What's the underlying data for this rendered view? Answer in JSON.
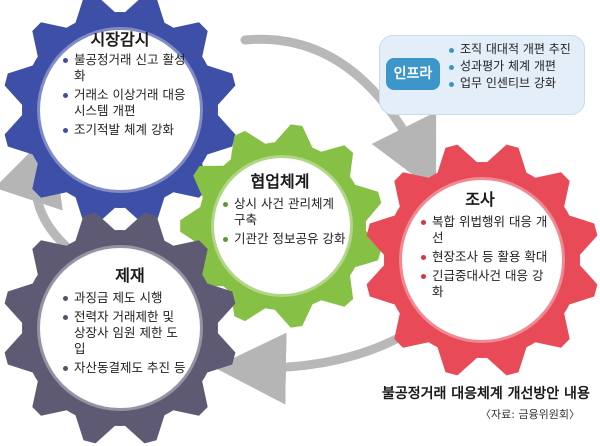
{
  "gears": {
    "market": {
      "title": "시장감시",
      "items": [
        "불공정거래 신고 활성화",
        "거래소 이상거래 대응 시스템 개편",
        "조기적발 체계 강화"
      ]
    },
    "cooperation": {
      "title": "협업체계",
      "items": [
        "상시 사건 관리체계 구축",
        "기관간 정보공유 강화"
      ]
    },
    "investigation": {
      "title": "조사",
      "items": [
        "복합 위법행위 대응 개선",
        "현장조사 등 활용 확대",
        "긴급중대사건 대응 강화"
      ]
    },
    "sanction": {
      "title": "제재",
      "items": [
        "과징금 제도 시행",
        "전력자 거래제한 및 상장사 임원 제한 도입",
        "자산동결제도 추진 등"
      ]
    }
  },
  "infra": {
    "label": "인프라",
    "items": [
      "조직 대대적 개편 추진",
      "성과평가 체계 개편",
      "업무 인센티브 강화"
    ]
  },
  "caption": "불공정거래 대응체계 개선방안 내용",
  "source": "〈자료: 금융위원회〉",
  "colors": {
    "blue": "#3e4fa8",
    "green": "#86c146",
    "red": "#e84a58",
    "gray": "#5f5a74",
    "infra": "#3d96c9"
  }
}
